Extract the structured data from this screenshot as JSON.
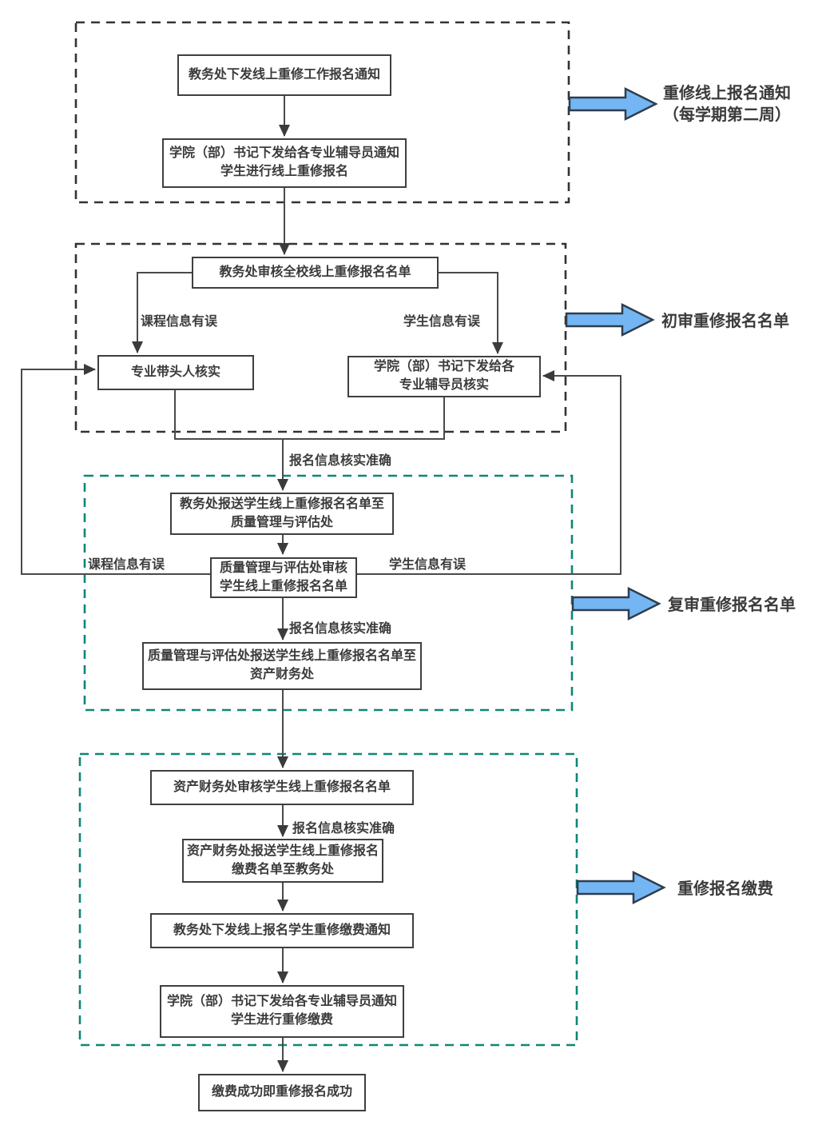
{
  "colors": {
    "line": "#4a4a4a",
    "box_border": "#3f3f3f",
    "black_dashed_border": "#333333",
    "teal_dashed_border": "#0f8577",
    "blue_arrow_fill": "#74b6f3",
    "blue_arrow_stroke": "#2f3d4d",
    "text": "#3b3b3b"
  },
  "s1": {
    "box_notice": "教务处下发线上重修工作报名通知",
    "box_secretary": "学院（部）书记下发给各专业辅导员通知\n学生进行线上重修报名"
  },
  "s2": {
    "box_audit": "教务处审核全校线上重修报名名单",
    "label_course_error": "课程信息有误",
    "label_student_error": "学生信息有误",
    "box_leader_verify": "专业带头人核实",
    "box_counselor_verify": "学院（部）书记下发给各\n专业辅导员核实",
    "label_verified": "报名信息核实准确"
  },
  "s3": {
    "box_send_qa": "教务处报送学生线上重修报名名单至\n质量管理与评估处",
    "label_course_error": "课程信息有误",
    "label_student_error": "学生信息有误",
    "box_qa_audit": "质量管理与评估处审核\n学生线上重修报名名单",
    "label_verified": "报名信息核实准确",
    "box_qa_send_finance": "质量管理与评估处报送学生线上重修报名名单至\n资产财务处"
  },
  "s4": {
    "box_finance_audit": "资产财务处审核学生线上重修报名名单",
    "label_verified": "报名信息核实准确",
    "box_finance_send": "资产财务处报送学生线上重修报名\n缴费名单至教务处",
    "box_pay_notice": "教务处下发线上报名学生重修缴费通知",
    "box_counselor_notify": "学院（部）书记下发给各专业辅导员通知\n学生进行重修缴费"
  },
  "end": {
    "box_success": "缴费成功即重修报名成功"
  },
  "annotations": {
    "a1": "重修线上报名通知\n（每学期第二周）",
    "a2": "初审重修报名名单",
    "a3": "复审重修报名名单",
    "a4": "重修报名缴费"
  }
}
